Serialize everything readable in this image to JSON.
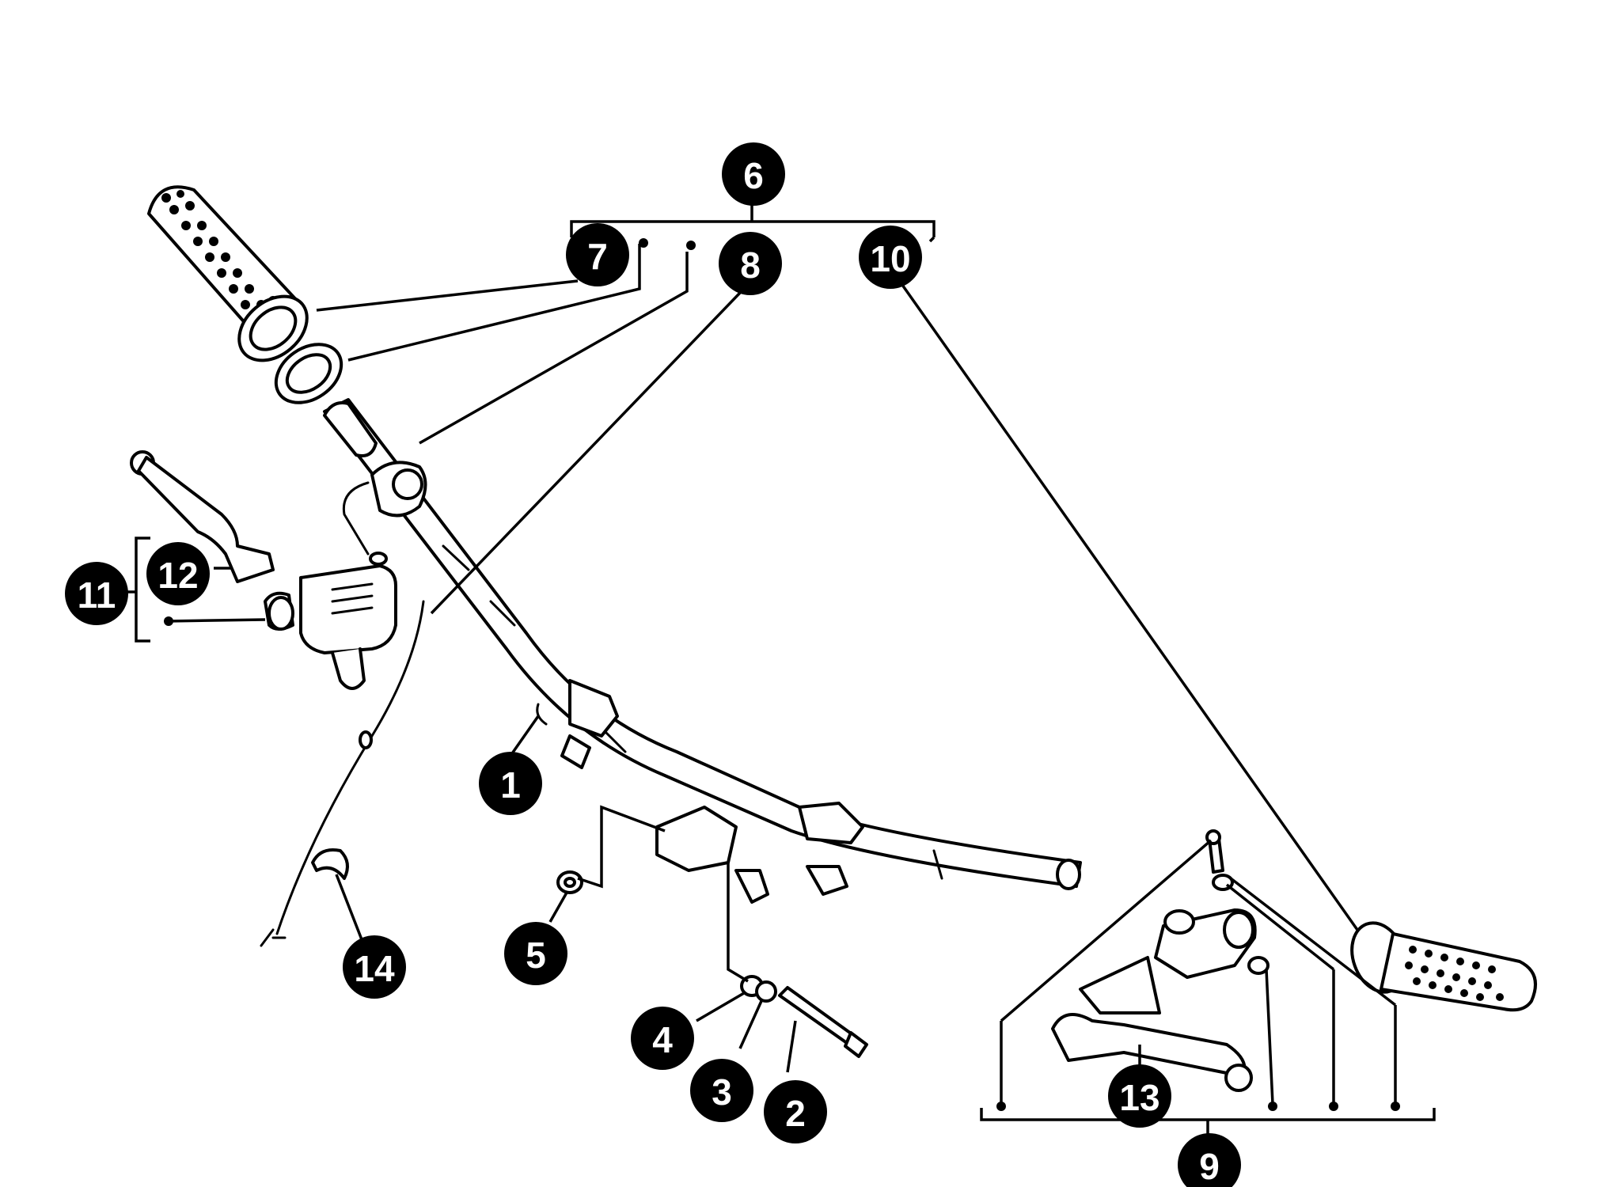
{
  "diagram": {
    "callouts": [
      {
        "id": "1",
        "label": "1"
      },
      {
        "id": "2",
        "label": "2"
      },
      {
        "id": "3",
        "label": "3"
      },
      {
        "id": "4",
        "label": "4"
      },
      {
        "id": "5",
        "label": "5"
      },
      {
        "id": "6",
        "label": "6"
      },
      {
        "id": "7",
        "label": "7"
      },
      {
        "id": "8",
        "label": "8"
      },
      {
        "id": "9",
        "label": "9"
      },
      {
        "id": "10",
        "label": "10"
      },
      {
        "id": "11",
        "label": "11"
      },
      {
        "id": "12",
        "label": "12"
      },
      {
        "id": "13",
        "label": "13"
      },
      {
        "id": "14",
        "label": "14"
      }
    ],
    "colors": {
      "ink": "#000000",
      "paper": "#ffffff"
    }
  }
}
